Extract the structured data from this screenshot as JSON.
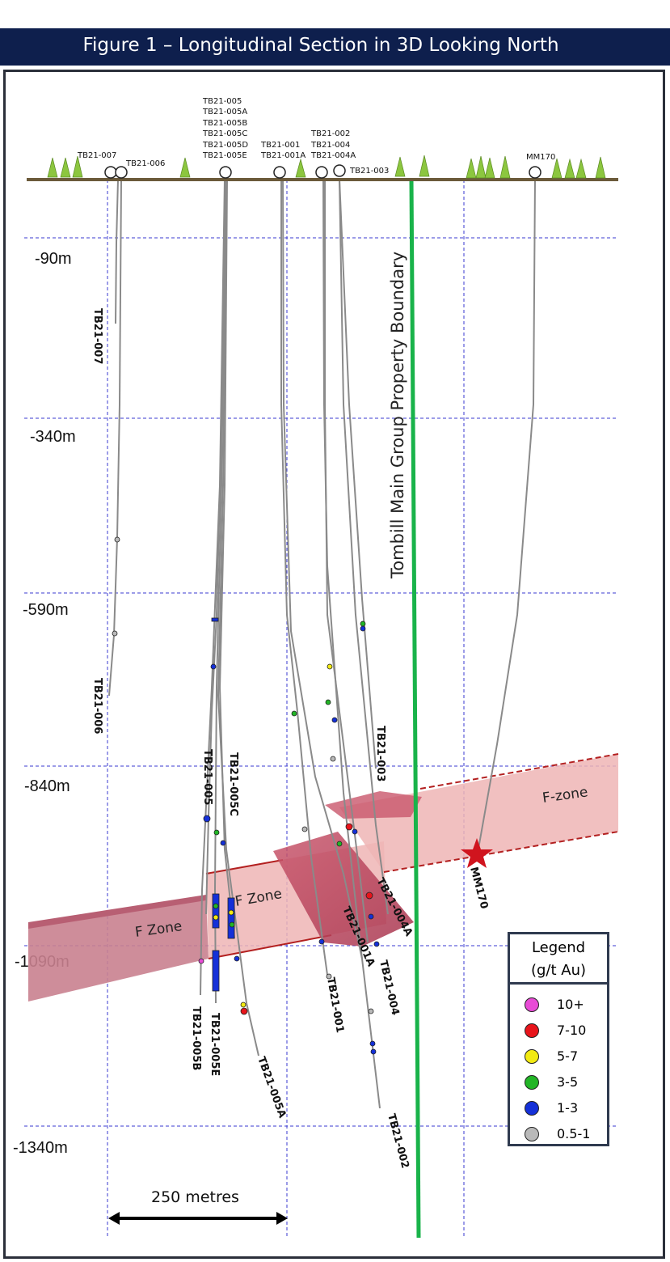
{
  "title": "Figure 1 – Longitudinal Section in 3D Looking North",
  "depth_labels": [
    "-90m",
    "-340m",
    "-590m",
    "-840m",
    "-1090m",
    "-1340m"
  ],
  "collar_labels": {
    "tb007": "TB21-007",
    "tb006": "TB21-006",
    "tb005_group": [
      "TB21-005",
      "TB21-005A",
      "TB21-005B",
      "TB21-005C",
      "TB21-005D",
      "TB21-005E"
    ],
    "tb001_group": [
      "TB21-001",
      "TB21-001A"
    ],
    "tb002_group": [
      "TB21-002",
      "TB21-004",
      "TB21-004A"
    ],
    "tb003": "TB21-003",
    "mm170": "MM170"
  },
  "hole_labels": {
    "tb007": "TB21-007",
    "tb006": "TB21-006",
    "tb005": "TB21-005",
    "tb005c": "TB21-005C",
    "tb005b": "TB21-005B",
    "tb005e": "TB21-005E",
    "tb005a": "TB21-005A",
    "tb001": "TB21-001",
    "tb001a": "TB21-001A",
    "tb004": "TB21-004",
    "tb004a": "TB21-004A",
    "tb002": "TB21-002",
    "tb003": "TB21-003",
    "mm170": "MM170"
  },
  "boundary_label": "Tombill Main Group Property Boundary",
  "zones": {
    "f_zone_left": "F Zone",
    "f_zone_mid": "F Zone",
    "f_zone_right": "F-zone"
  },
  "scale_bar": {
    "label": "250 metres"
  },
  "legend": {
    "title_line1": "Legend",
    "title_line2": "(g/t Au)",
    "items": [
      {
        "label": "10+",
        "color": "#e84bd6"
      },
      {
        "label": "7-10",
        "color": "#e8141b"
      },
      {
        "label": "5-7",
        "color": "#f2ea12"
      },
      {
        "label": "3-5",
        "color": "#22b526"
      },
      {
        "label": "1-3",
        "color": "#1430d8"
      },
      {
        "label": "0.5-1",
        "color": "#b9b9b9"
      }
    ]
  },
  "colors": {
    "title_bg": "#0e1f4d",
    "boundary": "#19b34a",
    "grid": "#3a3ad0",
    "zone_fill": "#e7a3a6",
    "zone_edge": "#b32020",
    "ground": "#6b5a3a",
    "tree": "#8cc63f",
    "star": "#d0141e"
  },
  "icons": [
    "tree-icon",
    "collar-icon",
    "star-icon",
    "arrow-icon"
  ]
}
